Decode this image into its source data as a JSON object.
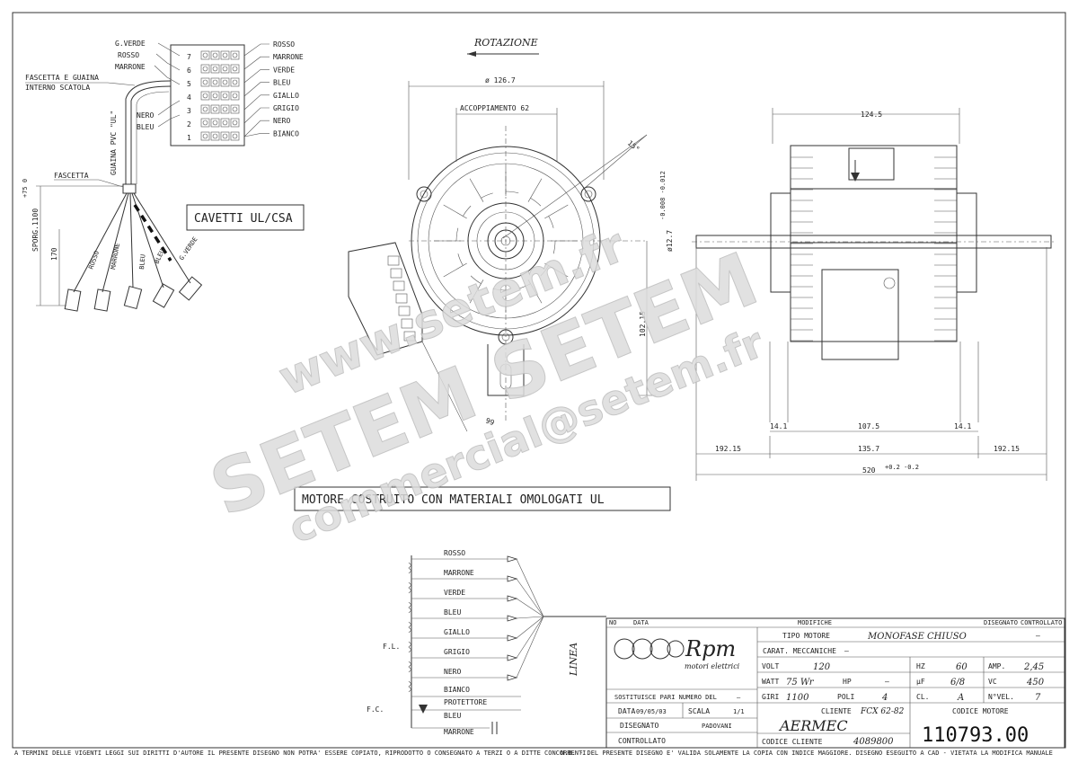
{
  "rotation_label": "ROTAZIONE",
  "wiring": {
    "left_labels": {
      "g_verde": "G.VERDE",
      "rosso": "ROSSO",
      "marrone": "MARRONE",
      "nero": "NERO",
      "bleu": "BLEU"
    },
    "right_labels": [
      "ROSSO",
      "MARRONE",
      "VERDE",
      "BLEU",
      "GIALLO",
      "GRIGIO",
      "NERO",
      "BIANCO"
    ],
    "terminal_numbers": [
      "7",
      "6",
      "5",
      "4",
      "3",
      "2",
      "1"
    ],
    "fascetta_guaina": "FASCETTA E GUAINA",
    "interno_scatola": "INTERNO SCATOLA",
    "guaina": "GUAINA PVC \"UL\"",
    "fascetta": "FASCETTA",
    "sporg": "SPORG.1100",
    "sporg_tol": "+75 0",
    "len_170": "170",
    "lead_labels": [
      "ROSSO",
      "MARRONE",
      "BLEU",
      "BLEU",
      "G.VERDE"
    ],
    "cavetti": "CAVETTI UL/CSA"
  },
  "front_view": {
    "diameter": "ø 126.7",
    "accoppiamento": "ACCOPPIAMENTO 62",
    "angle": "15°",
    "shaft_dia": "ø12.7",
    "shaft_tol": "-0.008 -0.012",
    "height": "102.15",
    "offset": "99"
  },
  "side_view": {
    "width_top": "124.5",
    "dim_141_left": "14.1",
    "dim_1075": "107.5",
    "dim_141_right": "14.1",
    "dim_19215_left": "192.15",
    "dim_1357": "135.7",
    "dim_19215_right": "192.15",
    "dim_520": "520",
    "dim_520_tol": "+0.2 -0.2"
  },
  "note_box": "MOTORE COSTRUITO CON MATERIALI OMOLOGATI UL",
  "schematic": {
    "wires": [
      "ROSSO",
      "MARRONE",
      "VERDE",
      "BLEU",
      "GIALLO",
      "GRIGIO",
      "NERO"
    ],
    "bianco": "BIANCO",
    "protettore": "PROTETTORE",
    "bleu": "BLEU",
    "marrone": "MARRONE",
    "fl": "F.L.",
    "fc": "F.C.",
    "linea": "LINEA"
  },
  "watermark": {
    "line1": "www.setem.fr",
    "line2": "SETEM SETEM",
    "line3": "commercial@setem.fr"
  },
  "title_block": {
    "rev_header": {
      "no": "NO",
      "data": "DATA",
      "modifiche": "MODIFICHE",
      "disegnato": "DISEGNATO",
      "controllato": "CONTROLLATO"
    },
    "logo_text": "Rpm",
    "logo_sub": "motori elettrici",
    "tipo_motore_label": "TIPO MOTORE",
    "tipo_motore_value": "MONOFASE CHIUSO",
    "tipo_dash": "–",
    "carat_label": "CARAT. MECCANICHE",
    "carat_value": "–",
    "volt_label": "VOLT",
    "volt_value": "120",
    "hz_label": "HZ",
    "hz_value": "60",
    "amp_label": "AMP.",
    "amp_value": "2,45",
    "watt_label": "WATT",
    "watt_value": "75 Wr",
    "hp_label": "HP",
    "hp_value": "–",
    "uf_label": "µF",
    "uf_value": "6/8",
    "vc_label": "VC",
    "vc_value": "450",
    "giri_label": "GIRI",
    "giri_value": "1100",
    "poli_label": "POLI",
    "poli_value": "4",
    "cl_label": "CL.",
    "cl_value": "A",
    "nvel_label": "N°VEL.",
    "nvel_value": "7",
    "sostituisce_label": "SOSTITUISCE PARI NUMERO DEL",
    "sostituisce_value": "–",
    "data_label": "DATA",
    "data_value": "09/05/03",
    "scala_label": "SCALA",
    "scala_value": "1/1",
    "disegnato_label": "DISEGNATO",
    "disegnato_value": "PADOVANI",
    "controllato_label": "CONTROLLATO",
    "cliente_label": "CLIENTE",
    "cliente_value": "FCX 62-82",
    "cliente_name": "AERMEC",
    "codice_cliente_label": "CODICE CLIENTE",
    "codice_cliente_value": "4089800",
    "codice_motore_label": "CODICE MOTORE",
    "codice_motore_value": "110793.00"
  },
  "footer_left": "A TERMINI DELLE VIGENTI LEGGI SUI DIRITTI D'AUTORE IL PRESENTE DISEGNO NON POTRA' ESSERE COPIATO, RIPRODOTTO O CONSEGNATO A TERZI O A DITTE CONCORRENTI.",
  "footer_right": "N.B. - DEL PRESENTE DISEGNO E' VALIDA SOLAMENTE LA COPIA CON INDICE MAGGIORE. DISEGNO ESEGUITO A CAD - VIETATA LA MODIFICA MANUALE"
}
